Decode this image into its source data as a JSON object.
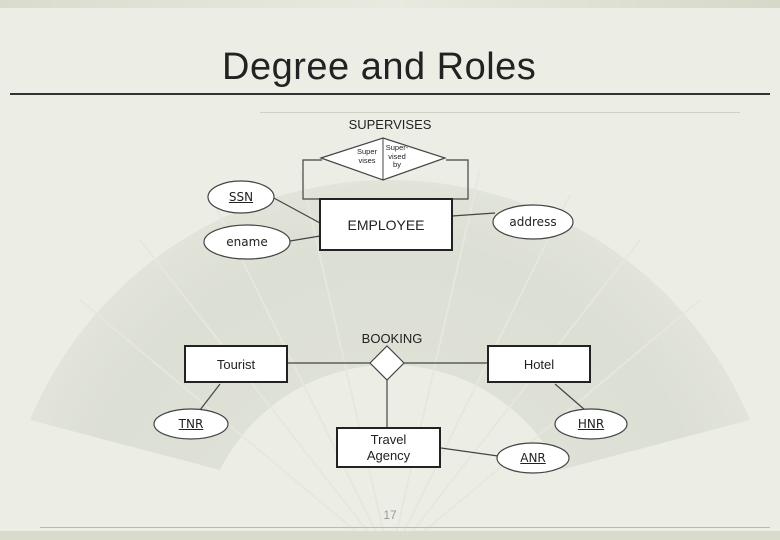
{
  "slide": {
    "title": "Degree and Roles",
    "page_number": "17"
  },
  "diagram": {
    "supervises": {
      "name": "SUPERVISES",
      "role_left": "Super vises",
      "role_right": "Super- vised by"
    },
    "employee": {
      "entity": "EMPLOYEE",
      "attributes": [
        "SSN",
        "ename",
        "address"
      ],
      "key_attribute": "SSN"
    },
    "booking": {
      "name": "BOOKING",
      "entities": [
        "Tourist",
        "Hotel",
        "Travel Agency"
      ],
      "attributes": [
        "TNR",
        "HNR",
        "ANR"
      ]
    }
  },
  "colors": {
    "background": "#eceee6",
    "line": "#444444",
    "box_fill": "#ffffff"
  }
}
